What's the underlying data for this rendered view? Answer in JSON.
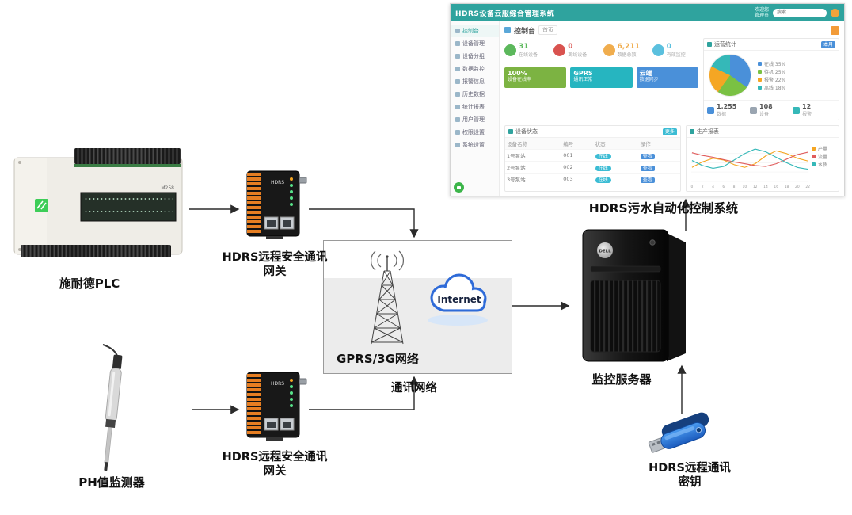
{
  "diagram": {
    "labels": {
      "plc": "施耐德PLC",
      "gateway1_line1": "HDRS远程安全通讯",
      "gateway1_line2": "网关",
      "gateway2_line1": "HDRS远程安全通讯",
      "gateway2_line2": "网关",
      "gprs": "GPRS/3G网络",
      "comm_network": "通讯网络",
      "internet": "Internet",
      "server": "监控服务器",
      "dashboard_caption": "HDRS污水自动化控制系统",
      "usb_line1": "HDRS远程通讯",
      "usb_line2": "密钥",
      "ph": "PH值监测器"
    },
    "device_marks": {
      "plc_model": "M258",
      "server_brand": "DELL"
    }
  },
  "dashboard": {
    "header": {
      "title": "HDRS设备云服综合管理系统",
      "welcome": "欢迎您",
      "user": "管理员",
      "search_placeholder": "搜索"
    },
    "sidebar": [
      "控制台",
      "设备管理",
      "设备分组",
      "数据监控",
      "报警信息",
      "历史数据",
      "统计报表",
      "用户管理",
      "权限设置",
      "系统设置"
    ],
    "console": {
      "title": "控制台",
      "tab": "首页"
    },
    "stats": [
      {
        "value": "31",
        "label": "在线设备",
        "color": "#5cb85c"
      },
      {
        "value": "0",
        "label": "离线设备",
        "color": "#d9534f"
      },
      {
        "value": "6,211",
        "label": "数据总数",
        "color": "#f0ad4e"
      },
      {
        "value": "0",
        "label": "有效监控",
        "color": "#5bc0de"
      }
    ],
    "tiles": [
      {
        "big": "100%",
        "small": "设备在线率",
        "bg": "#7cb342"
      },
      {
        "big": "GPRS",
        "small": "通讯正常",
        "bg": "#26b5c0"
      },
      {
        "big": "云端",
        "small": "数据同步",
        "bg": "#4a90d9"
      }
    ],
    "overview_card": {
      "title": "运营统计",
      "button": "本月",
      "pie": {
        "type": "pie",
        "slices": [
          {
            "label": "在线",
            "value": 35,
            "color": "#4a90d9"
          },
          {
            "label": "待机",
            "value": 25,
            "color": "#7ac143"
          },
          {
            "label": "报警",
            "value": 22,
            "color": "#f5a623"
          },
          {
            "label": "离线",
            "value": 18,
            "color": "#35b8b8"
          }
        ]
      },
      "mini_stats": [
        {
          "value": "1,255",
          "label": "数据",
          "color": "#4a90d9"
        },
        {
          "value": "108",
          "label": "设备",
          "color": "#9aa5b1"
        },
        {
          "value": "12",
          "label": "报警",
          "color": "#35b8b8"
        }
      ]
    },
    "device_card": {
      "title": "设备状态",
      "button": "更多",
      "headers": [
        "设备名称",
        "编号",
        "状态",
        "操作"
      ],
      "rows": [
        [
          "1号泵站",
          "001",
          "在线",
          "查看"
        ],
        [
          "2号泵站",
          "002",
          "在线",
          "查看"
        ],
        [
          "3号泵站",
          "003",
          "在线",
          "查看"
        ]
      ]
    },
    "report_card": {
      "title": "生产报表",
      "chart": {
        "type": "line",
        "x": [
          0,
          2,
          4,
          6,
          8,
          10,
          12,
          14,
          16,
          18,
          20,
          22
        ],
        "ylim": [
          0,
          80
        ],
        "series": [
          {
            "name": "产量",
            "color": "#f5a623",
            "values": [
              30,
              42,
              50,
              46,
              36,
              30,
              38,
              55,
              66,
              60,
              50,
              44
            ]
          },
          {
            "name": "流量",
            "color": "#e05c5c",
            "values": [
              62,
              56,
              52,
              47,
              42,
              38,
              34,
              32,
              38,
              48,
              58,
              63
            ]
          },
          {
            "name": "水质",
            "color": "#35b8b8",
            "values": [
              45,
              34,
              28,
              32,
              46,
              60,
              70,
              64,
              52,
              40,
              30,
              26
            ]
          }
        ]
      }
    }
  }
}
